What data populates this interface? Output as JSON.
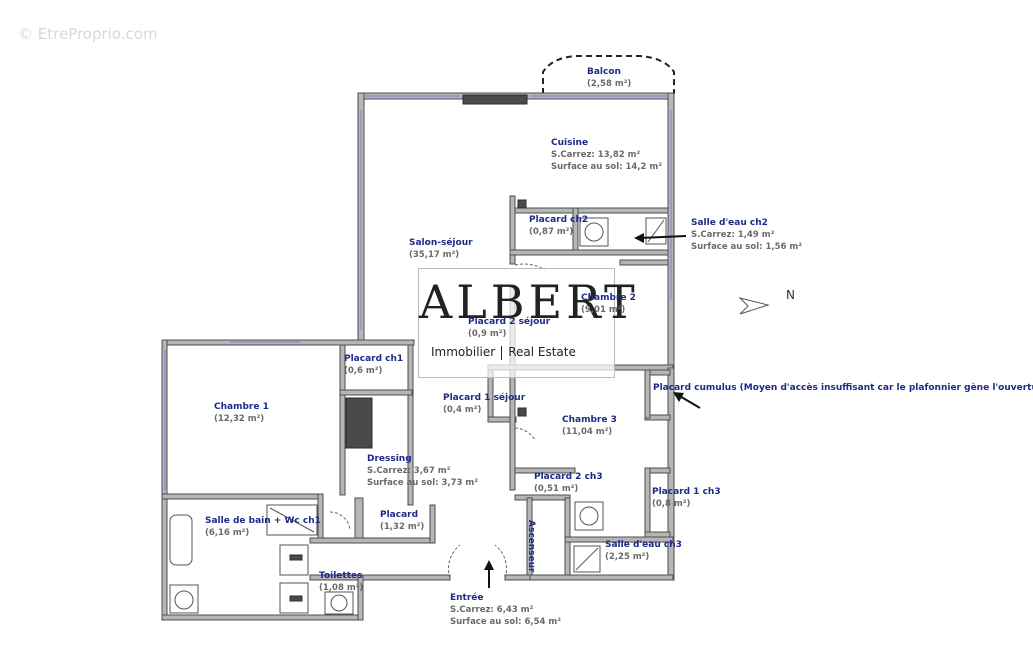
{
  "watermark": "© EtreProprio.com",
  "logo": {
    "brand": "ALBERT",
    "left_text": "Immobilier",
    "right_text": "Real Estate"
  },
  "compass": {
    "label": "N"
  },
  "rooms": {
    "balcon": {
      "name": "Balcon",
      "area": "(2,58 m²)"
    },
    "cuisine": {
      "name": "Cuisine",
      "carrez": "S.Carrez: 13,82 m²",
      "sol": "Surface au sol: 14,2 m²"
    },
    "placard_ch2": {
      "name": "Placard ch2",
      "area": "(0,87 m²)"
    },
    "salle_eau_ch2": {
      "name": "Salle d'eau ch2",
      "carrez": "S.Carrez: 1,49 m²",
      "sol": "Surface au sol: 1,56 m²"
    },
    "salon": {
      "name": "Salon-séjour",
      "area": "(35,17 m²)"
    },
    "chambre2": {
      "name": "Chambre 2",
      "area": "(9,01 m²)"
    },
    "placard2_sejour": {
      "name": "Placard 2 séjour",
      "area": "(0,9 m²)"
    },
    "placard_ch1": {
      "name": "Placard ch1",
      "area": "(0,6 m²)"
    },
    "chambre1": {
      "name": "Chambre 1",
      "area": "(12,32 m²)"
    },
    "placard_cumulus": {
      "name": "Placard cumulus (Moyen d'accès insuffisant car le plafonnier gène l'ouverture)"
    },
    "placard1_sejour": {
      "name": "Placard 1 séjour",
      "area": "(0,4 m²)"
    },
    "chambre3": {
      "name": "Chambre 3",
      "area": "(11,04 m²)"
    },
    "dressing": {
      "name": "Dressing",
      "carrez": "S.Carrez: 3,67 m²",
      "sol": "Surface au sol: 3,73 m²"
    },
    "placard2_ch3": {
      "name": "Placard 2 ch3",
      "area": "(0,51 m²)"
    },
    "placard1_ch3": {
      "name": "Placard 1 ch3",
      "area": "(0,8 m²)"
    },
    "sdb": {
      "name": "Salle de bain + Wc ch1",
      "area": "(6,16 m²)"
    },
    "placard": {
      "name": "Placard",
      "area": "(1,32 m²)"
    },
    "ascenseur": {
      "name": "Ascenseur"
    },
    "salle_eau_ch3": {
      "name": "Salle d'eau ch3",
      "area": "(2,25 m²)"
    },
    "toilettes": {
      "name": "Toilettes",
      "area": "(1,08 m²)"
    },
    "entree": {
      "name": "Entrée",
      "carrez": "S.Carrez: 6,43 m²",
      "sol": "Surface au sol: 6,54 m²"
    }
  }
}
